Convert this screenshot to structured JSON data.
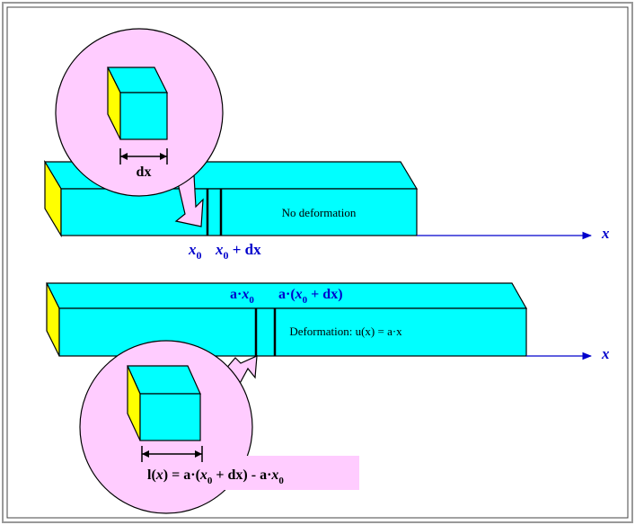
{
  "top_bar": {
    "caption": "No deformation",
    "marker_left": {
      "main": "x",
      "sub": "0"
    },
    "marker_right": {
      "main": "x",
      "sub": "0",
      "rest": " + dx"
    },
    "axis_label": "x"
  },
  "top_zoom": {
    "width_label": "dx"
  },
  "bottom_bar": {
    "caption": "Deformation: u(x) = a·x",
    "marker_left": {
      "pre": "a·",
      "main": "x",
      "sub": "0"
    },
    "marker_right": {
      "pre": "a·(",
      "main": "x",
      "sub": "0",
      "rest": " + dx)"
    },
    "axis_label": "x"
  },
  "bottom_zoom": {
    "formula": {
      "part1": "l(",
      "part2": "x",
      "part3": ") = a·(",
      "part4": "x",
      "sub1": "0",
      "part5": " + dx) - a·",
      "part6": "x",
      "sub2": "0"
    }
  },
  "colors": {
    "bar_fill": "#00ffff",
    "bar_side": "#ffff00",
    "zoom_fill": "#ffccff",
    "axis": "#0000cc",
    "label_blue": "#0000cc",
    "frame": "#999999"
  }
}
